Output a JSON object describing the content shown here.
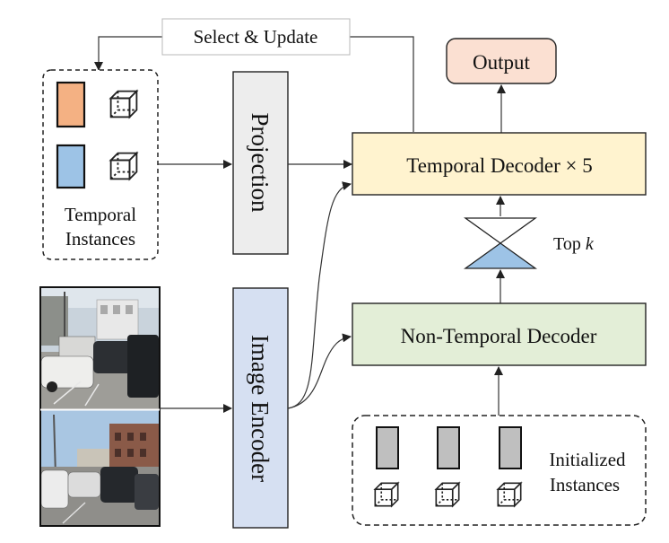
{
  "labels": {
    "select_update": "Select & Update",
    "output": "Output",
    "projection": "Projection",
    "temporal_decoder": "Temporal Decoder × 5",
    "temporal_instances_line1": "Temporal",
    "temporal_instances_line2": "Instances",
    "top_k_prefix": "Top ",
    "top_k_var": "k",
    "image_encoder": "Image Encoder",
    "non_temporal_decoder": "Non-Temporal Decoder",
    "initialized_line1": "Initialized",
    "initialized_line2": "Instances"
  },
  "colors": {
    "output_fill": "#FBE0D2",
    "temporal_decoder_fill": "#FFF3CF",
    "non_temporal_decoder_fill": "#E3EED7",
    "projection_fill": "#EDEDED",
    "image_encoder_fill": "#D6E0F2",
    "instance_orange": "#F4B183",
    "instance_blue": "#9DC3E6",
    "instance_gray": "#BFBFBF",
    "topk_blue": "#9DC3E6"
  }
}
